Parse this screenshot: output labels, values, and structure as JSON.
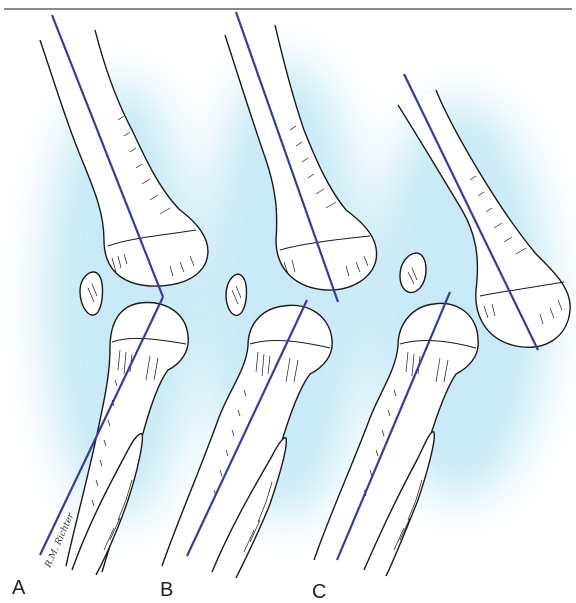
{
  "panels": [
    {
      "id": "A",
      "label": "A"
    },
    {
      "id": "B",
      "label": "B"
    },
    {
      "id": "C",
      "label": "C"
    }
  ],
  "signature": "R.M. Richter",
  "colors": {
    "axis_line": "#3a3a9a",
    "glow": "#bfe6f5",
    "bone_outline": "#1a1a1a",
    "top_rule": "#444444"
  }
}
